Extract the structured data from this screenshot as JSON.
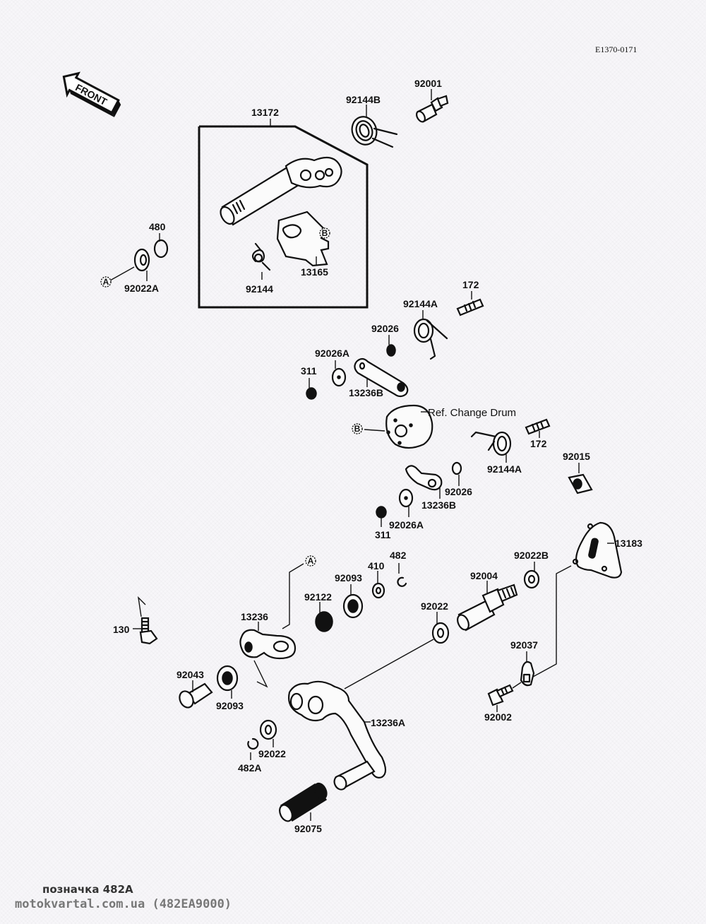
{
  "diagram": {
    "title": "Gear Change Mechanism",
    "drawing_code": "E1370-0171",
    "direction_arrow": "FRONT",
    "group_box_part": "13172",
    "reference_markers": [
      "A",
      "B"
    ],
    "reference_note": "Ref. Change Drum",
    "parts": [
      {
        "id": "13172",
        "name": "shift-shaft-assembly"
      },
      {
        "id": "92144B",
        "name": "spring"
      },
      {
        "id": "92001",
        "name": "neutral-switch-bolt"
      },
      {
        "id": "480",
        "name": "oil-seal"
      },
      {
        "id": "92022A",
        "name": "washer"
      },
      {
        "id": "92144",
        "name": "spring"
      },
      {
        "id": "13165",
        "name": "shift-plate"
      },
      {
        "id": "172",
        "name": "pin",
        "qty_shown": 2
      },
      {
        "id": "92144A",
        "name": "spring",
        "qty_shown": 2
      },
      {
        "id": "92026",
        "name": "collar",
        "qty_shown": 2
      },
      {
        "id": "92026A",
        "name": "washer",
        "qty_shown": 2
      },
      {
        "id": "311",
        "name": "nut",
        "qty_shown": 2
      },
      {
        "id": "13236B",
        "name": "lever",
        "qty_shown": 2
      },
      {
        "id": "92015",
        "name": "nut"
      },
      {
        "id": "13183",
        "name": "plate"
      },
      {
        "id": "410",
        "name": "washer"
      },
      {
        "id": "482",
        "name": "circlip"
      },
      {
        "id": "92093",
        "name": "oil-seal",
        "qty_shown": 2
      },
      {
        "id": "92122",
        "name": "bushing"
      },
      {
        "id": "92004",
        "name": "pivot-bolt"
      },
      {
        "id": "92022B",
        "name": "washer"
      },
      {
        "id": "92022",
        "name": "washer",
        "qty_shown": 2
      },
      {
        "id": "13236",
        "name": "shift-lever-arm"
      },
      {
        "id": "130",
        "name": "bolt"
      },
      {
        "id": "92037",
        "name": "clamp"
      },
      {
        "id": "92002",
        "name": "bolt"
      },
      {
        "id": "92043",
        "name": "pin"
      },
      {
        "id": "13236A",
        "name": "shift-pedal"
      },
      {
        "id": "482A",
        "name": "circlip"
      },
      {
        "id": "92075",
        "name": "pedal-rubber"
      }
    ]
  },
  "labels": {
    "p13172": "13172",
    "p92144B": "92144B",
    "p92001": "92001",
    "p480": "480",
    "p92022A": "92022A",
    "p92144": "92144",
    "p13165": "13165",
    "p172a": "172",
    "p92144Aa": "92144A",
    "p92026a": "92026",
    "p92026Aa": "92026A",
    "p311a": "311",
    "p13236Ba": "13236B",
    "refdrum": "Ref. Change Drum",
    "p172b": "172",
    "p92144Ab": "92144A",
    "p92015": "92015",
    "p92026b": "92026",
    "p13236Bb": "13236B",
    "p92026Ab": "92026A",
    "p311b": "311",
    "p13183": "13183",
    "p482": "482",
    "p410": "410",
    "p92093a": "92093",
    "p92122": "92122",
    "p92004": "92004",
    "p92022B": "92022B",
    "p92022a": "92022",
    "p13236": "13236",
    "p130": "130",
    "p92037": "92037",
    "p92043": "92043",
    "p92093b": "92093",
    "p13236A": "13236A",
    "p92002": "92002",
    "p92022b": "92022",
    "p482A": "482A",
    "p92075": "92075"
  },
  "markers": {
    "A": "A",
    "B": "B"
  },
  "footer": {
    "caption": "позначка 482A",
    "site": "motokvartal.com.ua (482EA9000)"
  }
}
